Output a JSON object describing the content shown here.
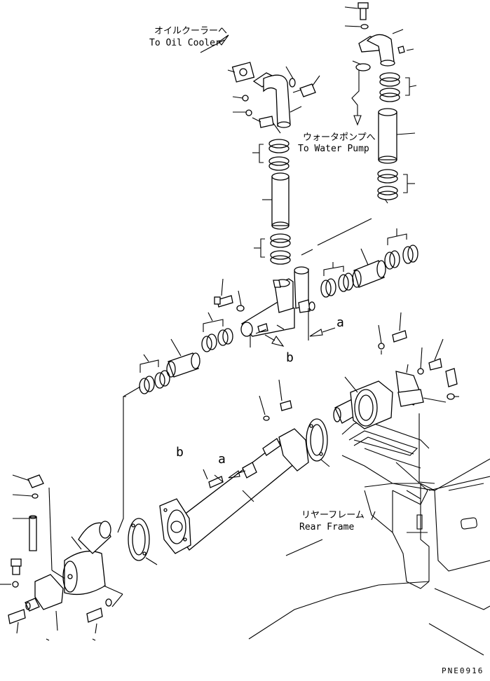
{
  "labels": {
    "oil_cooler_jp": "オイルクーラーへ",
    "oil_cooler_en": "To Oil Cooler",
    "water_pump_jp": "ウォータポンプへ",
    "water_pump_en": "To Water Pump",
    "rear_frame_jp": "リヤーフレーム",
    "rear_frame_en": "Rear Frame",
    "ref_a1": "a",
    "ref_b1": "b",
    "ref_b2": "b",
    "ref_a2": "a",
    "drawing_code": "PNE0916"
  },
  "icons": [
    "arrow-icon"
  ]
}
